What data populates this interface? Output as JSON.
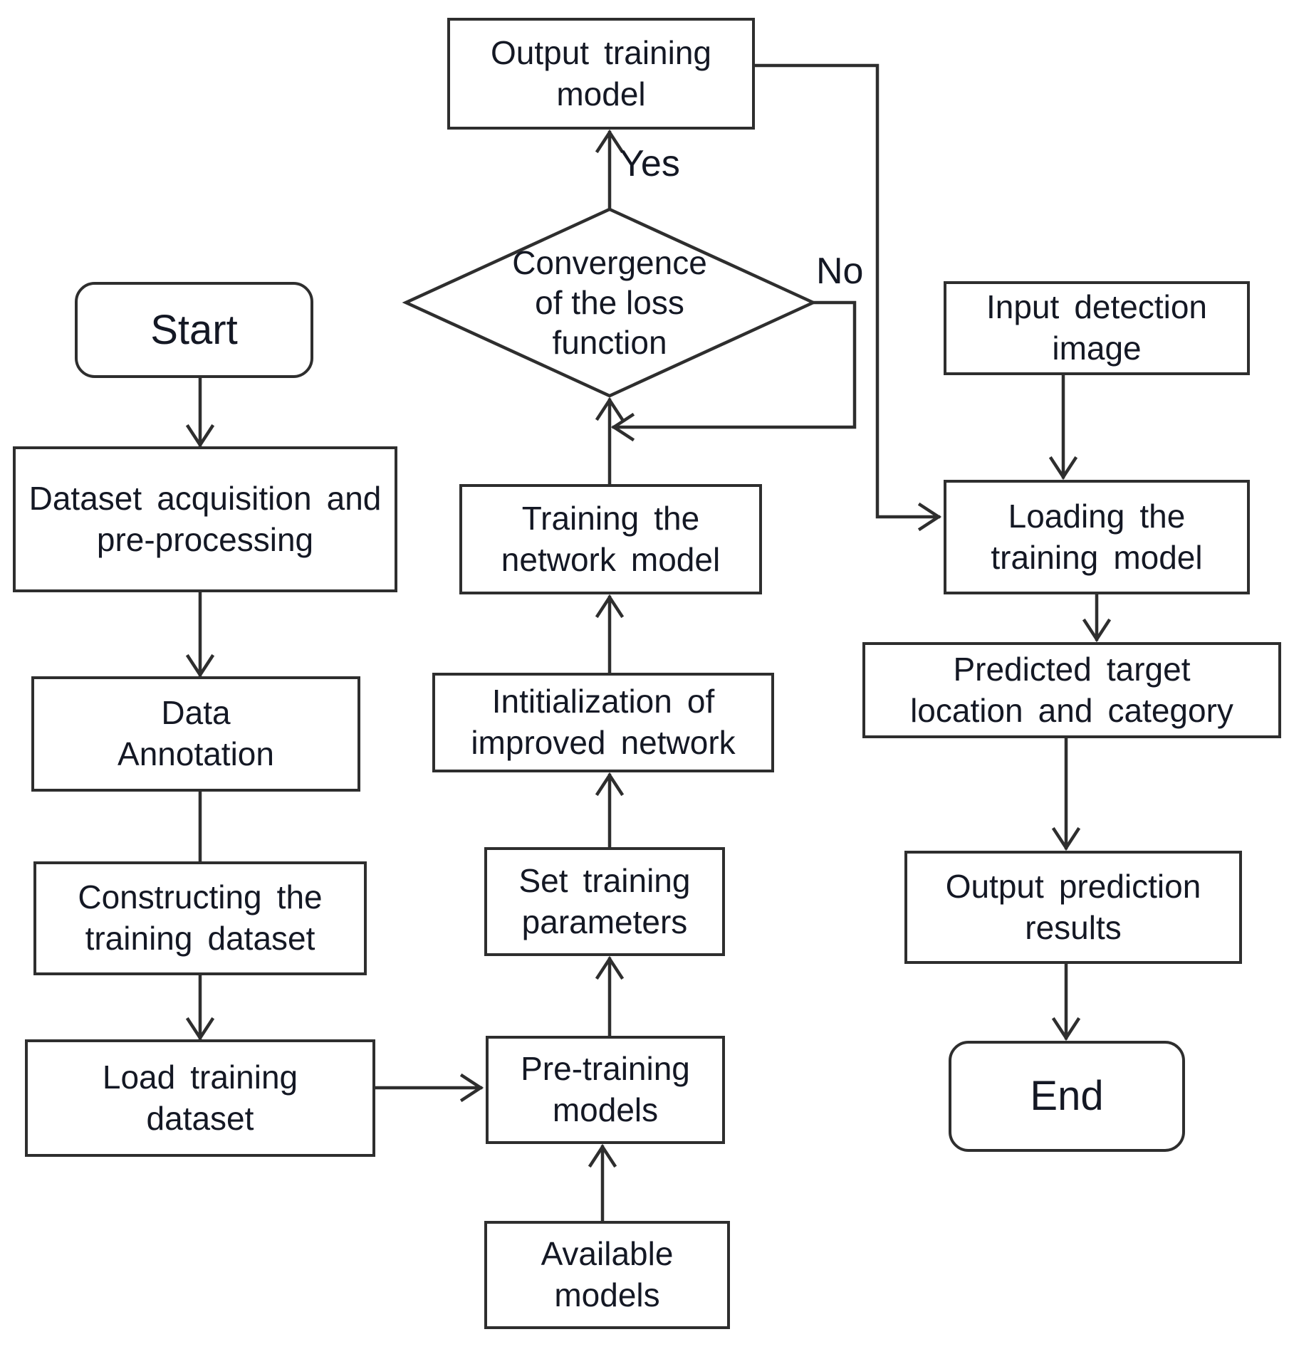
{
  "diagram": {
    "type": "flowchart",
    "nodes": {
      "start": {
        "label": "Start",
        "shape": "terminator"
      },
      "dataset_acquisition": {
        "label": "Dataset acquisition and\npre-processing",
        "shape": "process"
      },
      "data_annotation": {
        "label": "Data\nAnnotation",
        "shape": "process"
      },
      "constructing_dataset": {
        "label": "Constructing the\ntraining dataset",
        "shape": "process"
      },
      "load_dataset": {
        "label": "Load training\ndataset",
        "shape": "process"
      },
      "output_model": {
        "label": "Output training\nmodel",
        "shape": "process"
      },
      "convergence": {
        "label": "Convergence\nof the loss\nfunction",
        "shape": "decision"
      },
      "training_network": {
        "label": "Training the\nnetwork model",
        "shape": "process"
      },
      "init_network": {
        "label": "Intitialization of\nimproved network",
        "shape": "process"
      },
      "set_parameters": {
        "label": "Set training\nparameters",
        "shape": "process"
      },
      "pre_training": {
        "label": "Pre-training\nmodels",
        "shape": "process"
      },
      "available_models": {
        "label": "Available\nmodels",
        "shape": "process"
      },
      "input_image": {
        "label": "Input detection\nimage",
        "shape": "process"
      },
      "loading_model": {
        "label": "Loading the\ntraining model",
        "shape": "process"
      },
      "predicted_target": {
        "label": "Predicted target\nlocation and category",
        "shape": "process"
      },
      "output_results": {
        "label": "Output prediction\nresults",
        "shape": "process"
      },
      "end": {
        "label": "End",
        "shape": "terminator"
      }
    },
    "edge_labels": {
      "yes": "Yes",
      "no": "No"
    },
    "colors": {
      "line": "#2e2e2e",
      "text": "#141824",
      "background": "#ffffff"
    }
  }
}
